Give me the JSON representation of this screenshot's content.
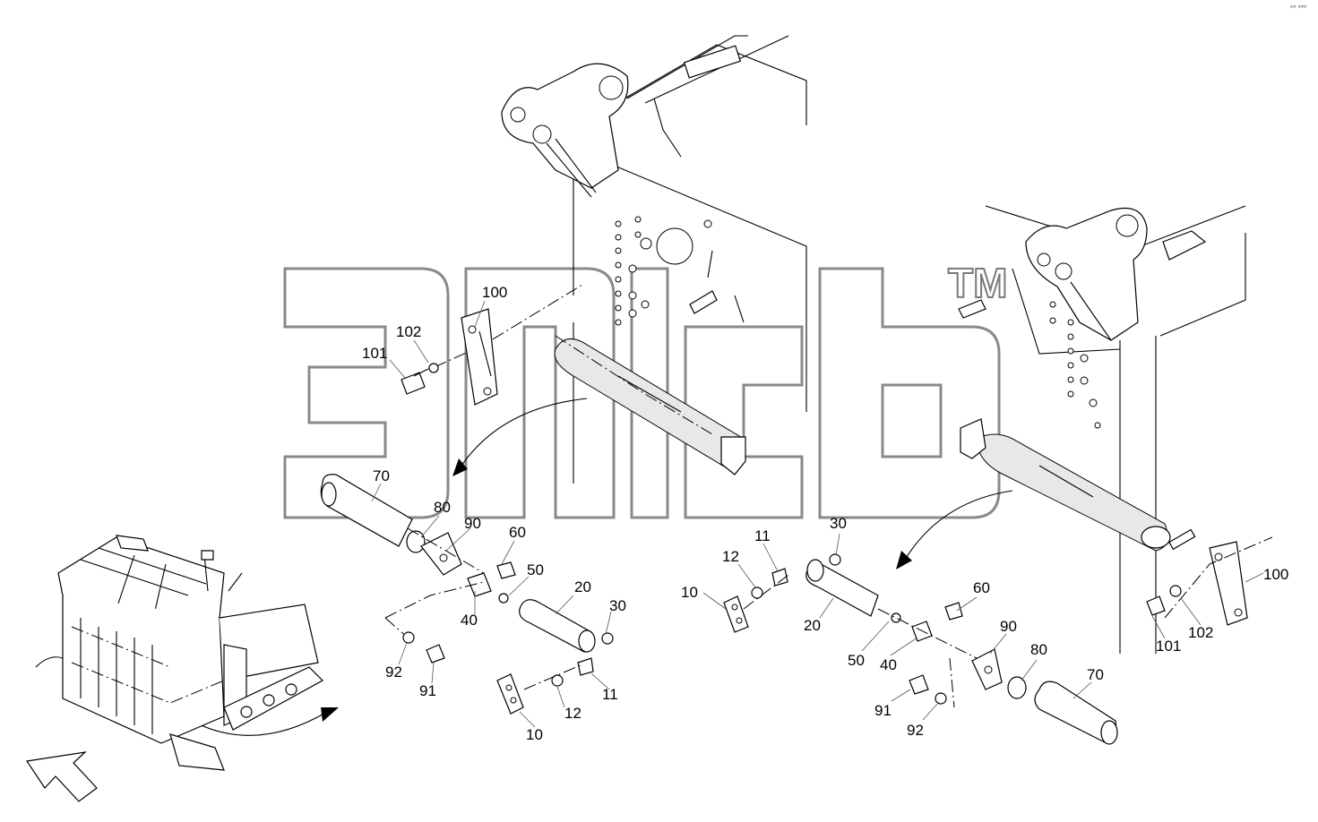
{
  "corner_mark": "°° °°°",
  "watermark": {
    "trademark": "TM"
  },
  "callouts_left": [
    {
      "key": "100",
      "text": "100"
    },
    {
      "key": "102",
      "text": "102"
    },
    {
      "key": "101",
      "text": "101"
    },
    {
      "key": "70",
      "text": "70"
    },
    {
      "key": "80",
      "text": "80"
    },
    {
      "key": "90",
      "text": "90"
    },
    {
      "key": "60",
      "text": "60"
    },
    {
      "key": "50",
      "text": "50"
    },
    {
      "key": "20",
      "text": "20"
    },
    {
      "key": "40",
      "text": "40"
    },
    {
      "key": "30",
      "text": "30"
    },
    {
      "key": "92",
      "text": "92"
    },
    {
      "key": "91",
      "text": "91"
    },
    {
      "key": "11",
      "text": "11"
    },
    {
      "key": "12",
      "text": "12"
    },
    {
      "key": "10",
      "text": "10"
    }
  ],
  "callouts_right": [
    {
      "key": "11",
      "text": "11"
    },
    {
      "key": "30",
      "text": "30"
    },
    {
      "key": "12",
      "text": "12"
    },
    {
      "key": "10",
      "text": "10"
    },
    {
      "key": "60",
      "text": "60"
    },
    {
      "key": "20",
      "text": "20"
    },
    {
      "key": "90",
      "text": "90"
    },
    {
      "key": "80",
      "text": "80"
    },
    {
      "key": "50",
      "text": "50"
    },
    {
      "key": "40",
      "text": "40"
    },
    {
      "key": "70",
      "text": "70"
    },
    {
      "key": "91",
      "text": "91"
    },
    {
      "key": "92",
      "text": "92"
    },
    {
      "key": "100",
      "text": "100"
    },
    {
      "key": "102",
      "text": "102"
    },
    {
      "key": "101",
      "text": "101"
    }
  ]
}
